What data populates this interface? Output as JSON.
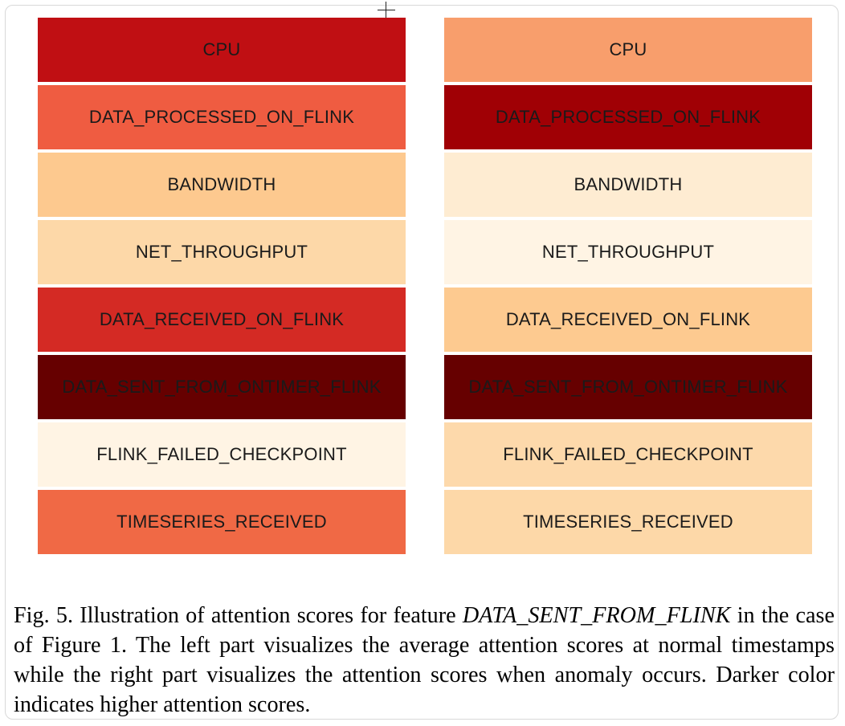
{
  "figure": {
    "left_panel": {
      "cells": [
        {
          "label": "CPU",
          "color": "#c00f13"
        },
        {
          "label": "DATA_PROCESSED_ON_FLINK",
          "color": "#ef5c41"
        },
        {
          "label": "BANDWIDTH",
          "color": "#fdc98f"
        },
        {
          "label": "NET_THROUGHPUT",
          "color": "#fdd8a8"
        },
        {
          "label": "DATA_RECEIVED_ON_FLINK",
          "color": "#d42a24"
        },
        {
          "label": "DATA_SENT_FROM_ONTIMER_FLINK",
          "color": "#660000"
        },
        {
          "label": "FLINK_FAILED_CHECKPOINT",
          "color": "#fff4e4"
        },
        {
          "label": "TIMESERIES_RECEIVED",
          "color": "#f06945"
        }
      ]
    },
    "right_panel": {
      "cells": [
        {
          "label": "CPU",
          "color": "#f89e6c"
        },
        {
          "label": "DATA_PROCESSED_ON_FLINK",
          "color": "#a00005"
        },
        {
          "label": "BANDWIDTH",
          "color": "#feecd2"
        },
        {
          "label": "NET_THROUGHPUT",
          "color": "#fff4e4"
        },
        {
          "label": "DATA_RECEIVED_ON_FLINK",
          "color": "#fdca90"
        },
        {
          "label": "DATA_SENT_FROM_ONTIMER_FLINK",
          "color": "#660000"
        },
        {
          "label": "FLINK_FAILED_CHECKPOINT",
          "color": "#fdd9ab"
        },
        {
          "label": "TIMESERIES_RECEIVED",
          "color": "#fdd8a8"
        }
      ]
    }
  },
  "caption": {
    "prefix": "Fig. 5.  Illustration of attention scores for feature ",
    "feature": "DATA_SENT_FROM_FLINK",
    "rest": " in the case of Figure 1. The left part visualizes the average attention scores at normal timestamps while the right part visualizes the attention scores when anomaly occurs. Darker color indicates higher attention scores."
  }
}
